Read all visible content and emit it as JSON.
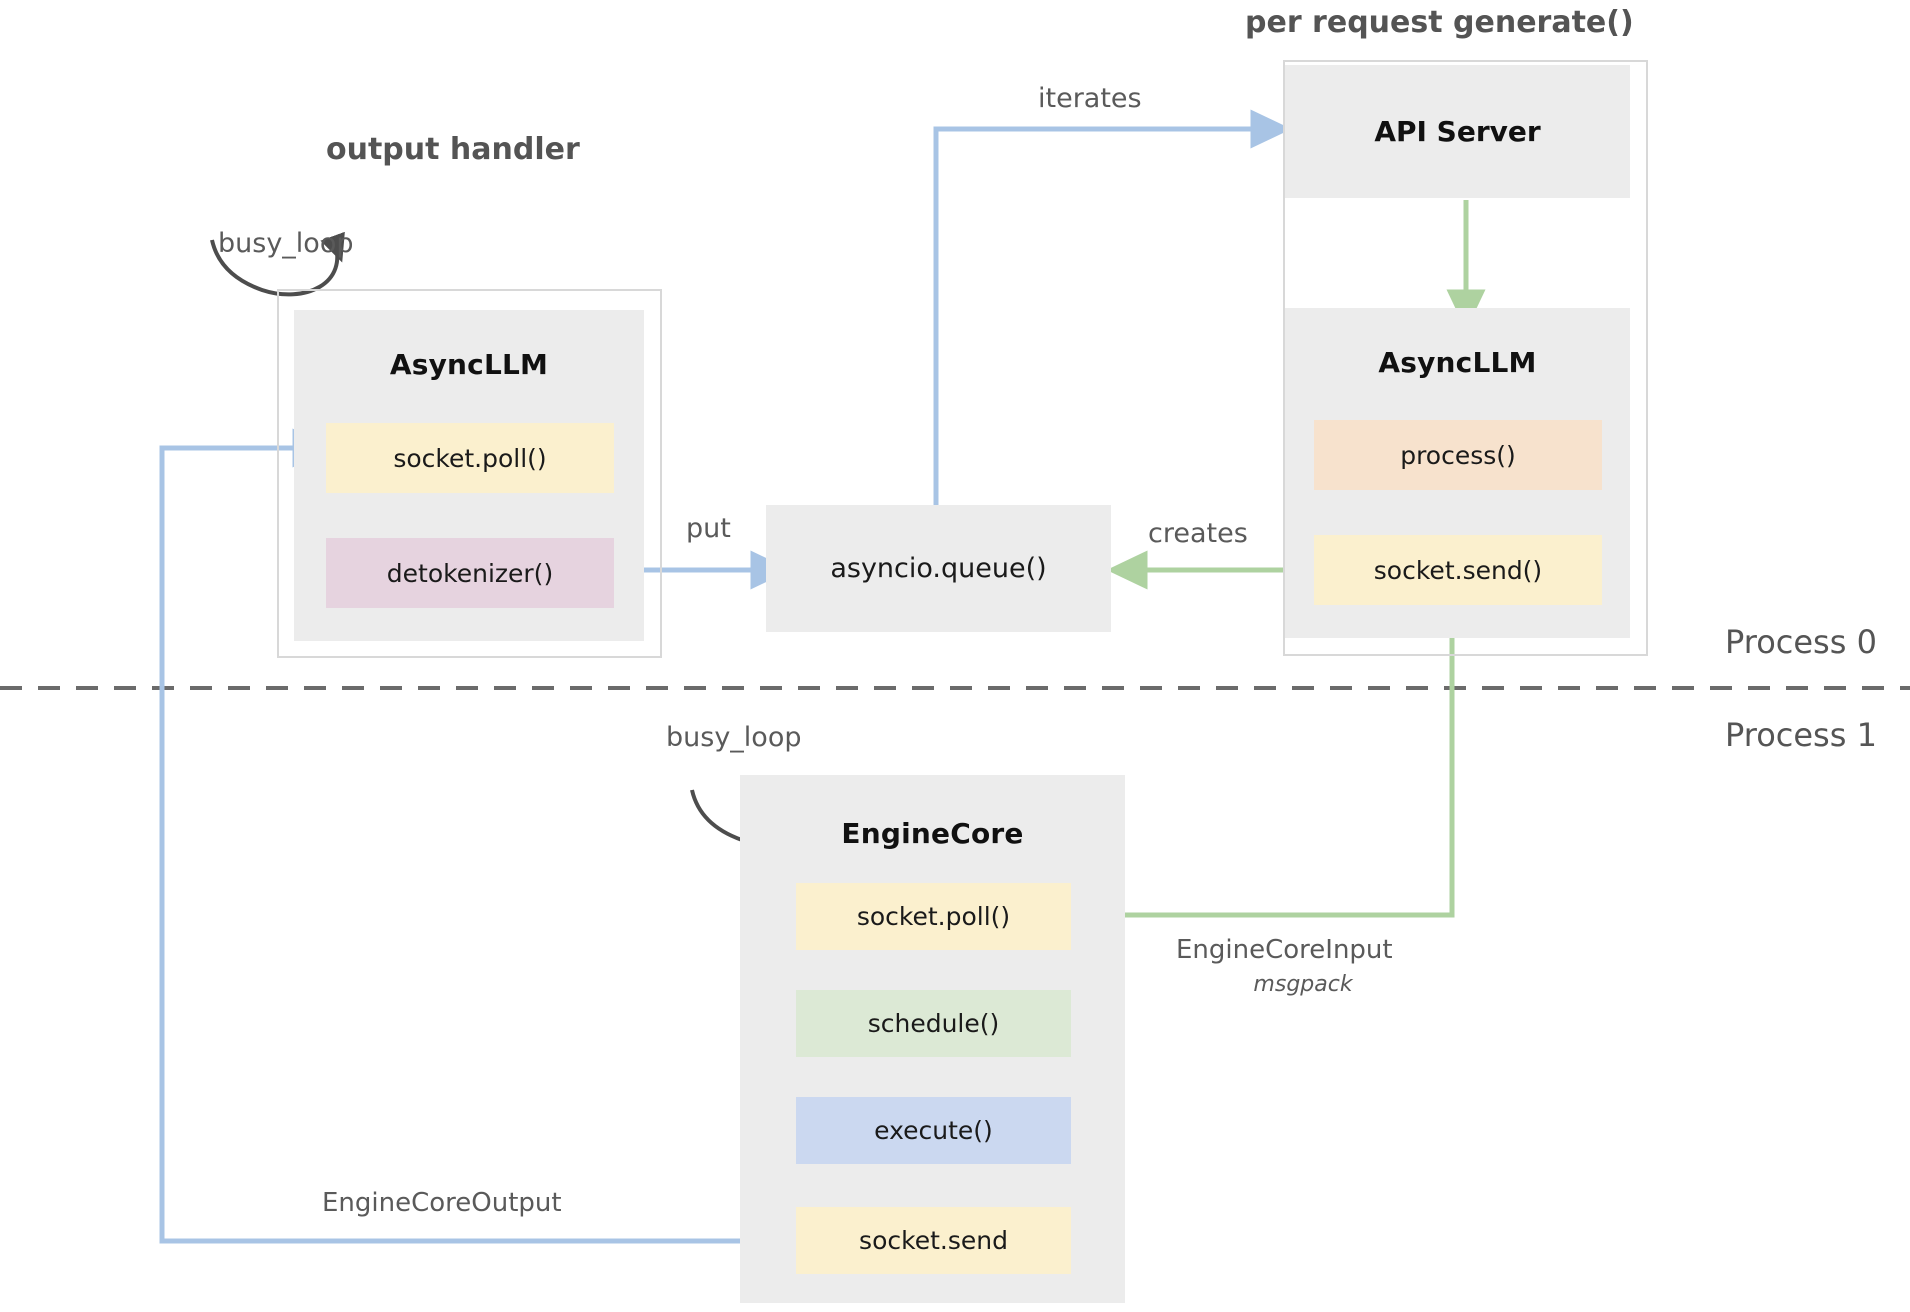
{
  "diagram": {
    "title_groups": [
      {
        "id": "output-handler",
        "label": "output handler"
      },
      {
        "id": "per-request-generate",
        "label": "per request generate()"
      }
    ],
    "process_labels": [
      {
        "id": "process-0",
        "label": "Process 0"
      },
      {
        "id": "process-1",
        "label": "Process 1"
      }
    ],
    "nodes": {
      "async_llm_left": {
        "title": "AsyncLLM",
        "chips": [
          {
            "label": "socket.poll()",
            "color": "#fbf0ce"
          },
          {
            "label": "detokenizer()",
            "color": "#e6d3df"
          }
        ]
      },
      "asyncio_queue": {
        "title": "asyncio.queue()"
      },
      "api_server": {
        "title": "API Server"
      },
      "async_llm_right": {
        "title": "AsyncLLM",
        "chips": [
          {
            "label": "process()",
            "color": "#f7e2cd"
          },
          {
            "label": "socket.send()",
            "color": "#fbf0ce"
          }
        ]
      },
      "engine_core": {
        "title": "EngineCore",
        "chips": [
          {
            "label": "socket.poll()",
            "color": "#fbf0ce"
          },
          {
            "label": "schedule()",
            "color": "#dce9d5"
          },
          {
            "label": "execute()",
            "color": "#cbd8f0"
          },
          {
            "label": "socket.send",
            "color": "#fbf0ce"
          }
        ]
      }
    },
    "edges": [
      {
        "id": "busy-loop-left",
        "label": "busy_loop",
        "color": "#4d4d4d"
      },
      {
        "id": "busy-loop-core",
        "label": "busy_loop",
        "color": "#4d4d4d"
      },
      {
        "id": "iterates",
        "label": "iterates",
        "color": "#a8c4e5"
      },
      {
        "id": "put",
        "label": "put",
        "color": "#a8c4e5"
      },
      {
        "id": "creates",
        "label": "creates",
        "color": "#aed2a0"
      },
      {
        "id": "api-to-asyncllm",
        "label": "",
        "color": "#aed2a0"
      },
      {
        "id": "engine-core-input",
        "label": "EngineCoreInput",
        "sublabel": "msgpack",
        "color": "#aed2a0"
      },
      {
        "id": "engine-core-output",
        "label": "EngineCoreOutput",
        "color": "#a8c4e5"
      }
    ],
    "colors": {
      "blue_arrow": "#a8c4e5",
      "green_arrow": "#aed2a0",
      "dark_arrow": "#4d4d4d",
      "box_gray": "#ececec",
      "outline_gray": "#d8d8d8",
      "divider": "#6b6b6b"
    }
  }
}
